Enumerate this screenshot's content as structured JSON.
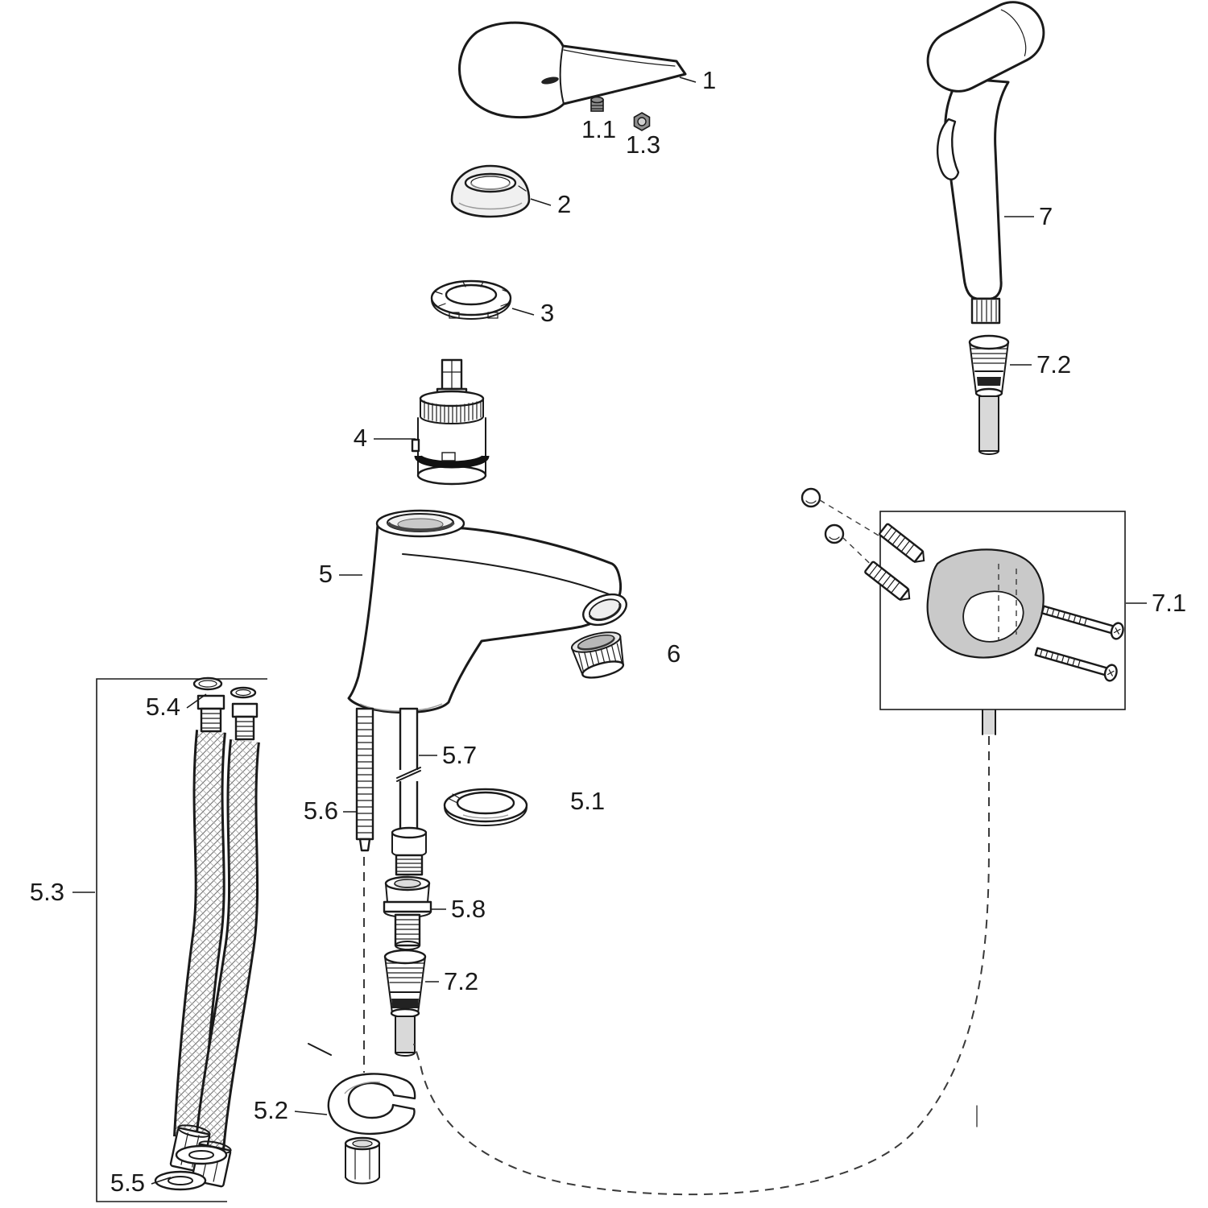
{
  "colors": {
    "line": "#1a1a1a",
    "tube_gray": "#d9d9d9",
    "holder_gray": "#c9c9c9",
    "background": "#ffffff"
  },
  "labels": {
    "p1": "1",
    "p1_1": "1.1",
    "p1_3": "1.3",
    "p2": "2",
    "p3": "3",
    "p4": "4",
    "p5": "5",
    "p6": "6",
    "p7": "7",
    "p7_1": "7.1",
    "p7_2_top": "7.2",
    "p7_2_bottom": "7.2",
    "p5_1": "5.1",
    "p5_2": "5.2",
    "p5_3": "5.3",
    "p5_4": "5.4",
    "p5_5": "5.5",
    "p5_6": "5.6",
    "p5_7": "5.7",
    "p5_8": "5.8"
  }
}
